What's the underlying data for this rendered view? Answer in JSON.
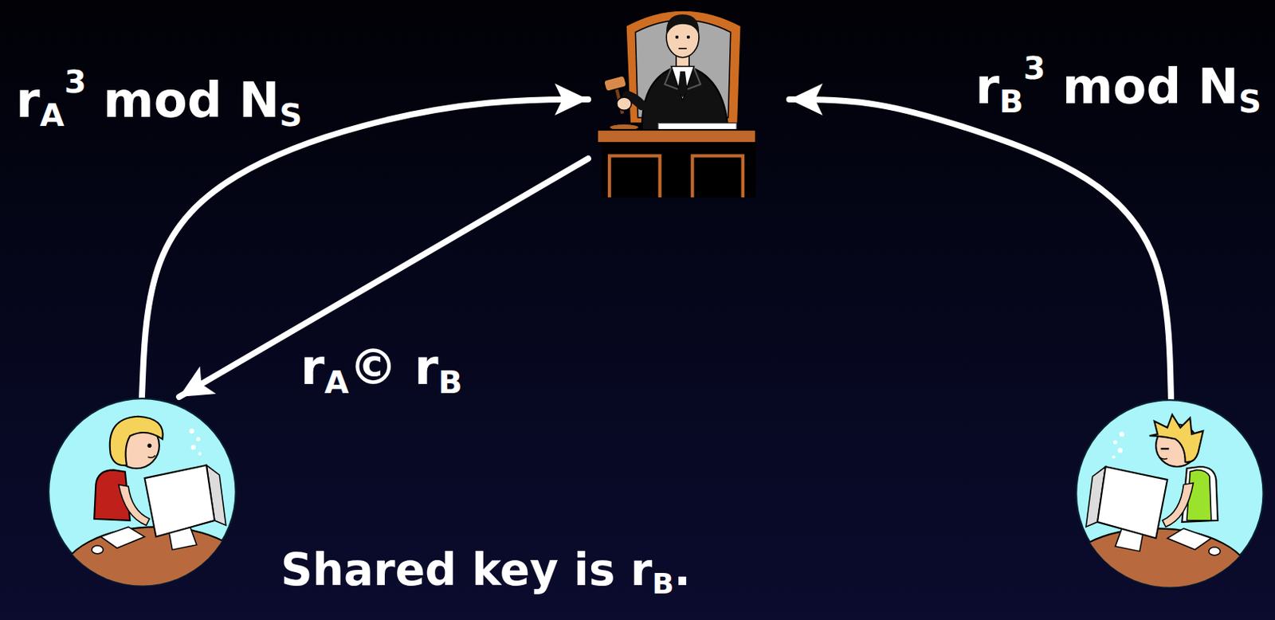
{
  "diagram": {
    "labels": [
      "rA3 mod NS",
      "rB3 mod NS",
      "rA© rB",
      "Shared key is rB."
    ]
  }
}
